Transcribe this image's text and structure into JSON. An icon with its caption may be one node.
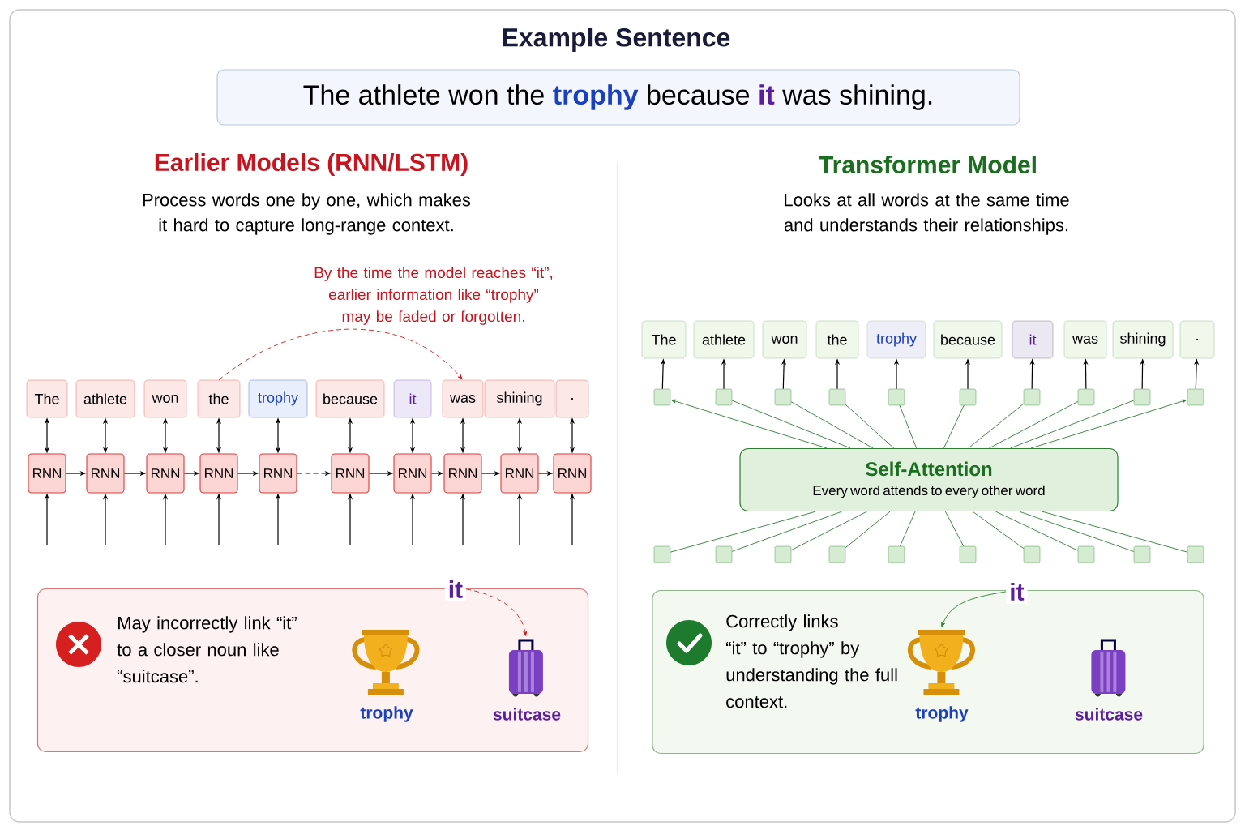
{
  "diagram": {
    "title": "Example Sentence",
    "nodes": [
      {
        "text": [
          "The athlete won the **trophy** because **it** was shining."
        ]
      },
      {
        "text": [
          "The"
        ]
      },
      {
        "text": [
          "athlete"
        ]
      },
      {
        "text": [
          "won"
        ]
      },
      {
        "text": [
          "the"
        ]
      },
      {
        "text": [
          "trophy"
        ]
      },
      {
        "text": [
          "because"
        ]
      },
      {
        "text": [
          "it"
        ]
      },
      {
        "text": [
          "was"
        ]
      },
      {
        "text": [
          "shining"
        ]
      },
      {
        "text": [
          "."
        ]
      },
      {
        "text": [
          "RNN"
        ]
      },
      {
        "text": [
          "RNN"
        ]
      },
      {
        "text": [
          "RNN"
        ]
      },
      {
        "text": [
          "RNN"
        ]
      },
      {
        "text": [
          "RNN"
        ]
      },
      {
        "text": [
          "RNN"
        ]
      },
      {
        "text": [
          "RNN"
        ]
      },
      {
        "text": [
          "RNN"
        ]
      },
      {
        "text": [
          "RNN"
        ]
      },
      {
        "text": [
          "RNN"
        ]
      },
      {
        "text": [
          "The"
        ]
      },
      {
        "text": [
          "athlete"
        ]
      },
      {
        "text": [
          "won"
        ]
      },
      {
        "text": [
          "the"
        ]
      },
      {
        "text": [
          "trophy"
        ]
      },
      {
        "text": [
          "because"
        ]
      },
      {
        "text": [
          "it"
        ]
      },
      {
        "text": [
          "was"
        ]
      },
      {
        "text": [
          "shining"
        ]
      },
      {
        "text": [
          "."
        ]
      },
      {
        "text": [],
        "shape": "box"
      },
      {
        "text": [],
        "shape": "box"
      },
      {
        "text": [],
        "shape": "box"
      },
      {
        "text": [],
        "shape": "box"
      },
      {
        "text": [],
        "shape": "box"
      },
      {
        "text": [],
        "shape": "box"
      },
      {
        "text": [],
        "shape": "box"
      },
      {
        "text": [],
        "shape": "box"
      },
      {
        "text": [],
        "shape": "box"
      },
      {
        "text": [],
        "shape": "box"
      },
      {
        "text": [
          "Self-Attention",
          "Every word attends to every other word"
        ]
      },
      {
        "text": [],
        "shape": "box"
      },
      {
        "text": [],
        "shape": "box"
      },
      {
        "text": [],
        "shape": "box"
      },
      {
        "text": [],
        "shape": "box"
      },
      {
        "text": [],
        "shape": "box"
      },
      {
        "text": [],
        "shape": "box"
      },
      {
        "text": [],
        "shape": "box"
      },
      {
        "text": [],
        "shape": "box"
      },
      {
        "text": [],
        "shape": "box"
      },
      {
        "text": [],
        "shape": "box"
      },
      {
        "text": [
          "May incorrectly link “it” to a closer noun like “suitcase”."
        ]
      },
      {
        "text": [
          "it"
        ],
        "in": 52
      },
      {
        "text": [],
        "shape": "picture",
        "beside": [
          "trophy"
        ],
        "in": 52
      },
      {
        "text": [],
        "shape": "picture",
        "beside": [
          "suitcase"
        ],
        "in": 52
      },
      {
        "text": [
          "Correctly links “it” to “trophy” by understanding the full context."
        ]
      },
      {
        "text": [
          "it"
        ],
        "in": 56
      },
      {
        "text": [],
        "shape": "picture",
        "beside": [
          "trophy"
        ],
        "in": 56
      },
      {
        "text": [],
        "shape": "picture",
        "beside": [
          "suitcase"
        ],
        "in": 56
      }
    ],
    "edges": [
      {
        "from": 11,
        "to": 1,
        "arrow": "both"
      },
      {
        "from": 12,
        "to": 2,
        "arrow": "both"
      },
      {
        "from": 13,
        "to": 3,
        "arrow": "both"
      },
      {
        "from": 14,
        "to": 4,
        "arrow": "both"
      },
      {
        "from": 15,
        "to": 5,
        "arrow": "both"
      },
      {
        "from": 16,
        "to": 6,
        "arrow": "both"
      },
      {
        "from": 17,
        "to": 7,
        "arrow": "both"
      },
      {
        "from": 18,
        "to": 8,
        "arrow": "both"
      },
      {
        "from": 19,
        "to": 9,
        "arrow": "both"
      },
      {
        "from": 20,
        "to": 10,
        "arrow": "both"
      },
      {
        "from": 11,
        "to": 12,
        "arrow": "to"
      },
      {
        "from": 12,
        "to": 13,
        "arrow": "to"
      },
      {
        "from": 13,
        "to": 14,
        "arrow": "to"
      },
      {
        "from": 14,
        "to": 15,
        "arrow": "to"
      },
      {
        "from": 15,
        "to": 16,
        "arrow": "to",
        "style": "dashed"
      },
      {
        "from": 16,
        "to": 17,
        "arrow": "to"
      },
      {
        "from": 17,
        "to": 18,
        "arrow": "to"
      },
      {
        "from": 18,
        "to": 19,
        "arrow": "to"
      },
      {
        "from": 19,
        "to": 20,
        "arrow": "to"
      },
      {
        "from": null,
        "to": 11,
        "arrow": "to"
      },
      {
        "from": null,
        "to": 12,
        "arrow": "to"
      },
      {
        "from": null,
        "to": 13,
        "arrow": "to"
      },
      {
        "from": null,
        "to": 14,
        "arrow": "to"
      },
      {
        "from": null,
        "to": 15,
        "arrow": "to"
      },
      {
        "from": null,
        "to": 16,
        "arrow": "to"
      },
      {
        "from": null,
        "to": 17,
        "arrow": "to"
      },
      {
        "from": null,
        "to": 18,
        "arrow": "to"
      },
      {
        "from": null,
        "to": 19,
        "arrow": "to"
      },
      {
        "from": null,
        "to": 20,
        "arrow": "to"
      },
      {
        "from": 4,
        "to": 8,
        "arrow": "to",
        "style": "dashed",
        "color": "#cc1f1f"
      },
      {
        "from": 31,
        "to": 21,
        "arrow": "to"
      },
      {
        "from": 32,
        "to": 22,
        "arrow": "to"
      },
      {
        "from": 33,
        "to": 23,
        "arrow": "to"
      },
      {
        "from": 34,
        "to": 24,
        "arrow": "to"
      },
      {
        "from": 35,
        "to": 25,
        "arrow": "to"
      },
      {
        "from": 36,
        "to": 26,
        "arrow": "to"
      },
      {
        "from": 37,
        "to": 27,
        "arrow": "to"
      },
      {
        "from": 38,
        "to": 28,
        "arrow": "to"
      },
      {
        "from": 39,
        "to": 29,
        "arrow": "to"
      },
      {
        "from": 40,
        "to": 30,
        "arrow": "to"
      },
      {
        "from": 41,
        "to": 31,
        "arrow": "to",
        "color": "#2e7d32"
      },
      {
        "from": 41,
        "to": 32,
        "arrow": "none",
        "color": "#2e7d32"
      },
      {
        "from": 41,
        "to": 33,
        "arrow": "none",
        "color": "#2e7d32"
      },
      {
        "from": 41,
        "to": 34,
        "arrow": "none",
        "color": "#2e7d32"
      },
      {
        "from": 41,
        "to": 35,
        "arrow": "none",
        "color": "#2e7d32"
      },
      {
        "from": 41,
        "to": 36,
        "arrow": "none",
        "color": "#2e7d32"
      },
      {
        "from": 41,
        "to": 37,
        "arrow": "none",
        "color": "#2e7d32"
      },
      {
        "from": 41,
        "to": 38,
        "arrow": "none",
        "color": "#2e7d32"
      },
      {
        "from": 41,
        "to": 39,
        "arrow": "none",
        "color": "#2e7d32"
      },
      {
        "from": 41,
        "to": 40,
        "arrow": "to",
        "color": "#2e7d32"
      },
      {
        "from": 42,
        "to": 41,
        "arrow": "none",
        "color": "#2e7d32"
      },
      {
        "from": 43,
        "to": 41,
        "arrow": "none",
        "color": "#2e7d32"
      },
      {
        "from": 44,
        "to": 41,
        "arrow": "none",
        "color": "#2e7d32"
      },
      {
        "from": 45,
        "to": 41,
        "arrow": "none",
        "color": "#2e7d32"
      },
      {
        "from": 46,
        "to": 41,
        "arrow": "none",
        "color": "#2e7d32"
      },
      {
        "from": 47,
        "to": 41,
        "arrow": "none",
        "color": "#2e7d32"
      },
      {
        "from": 48,
        "to": 41,
        "arrow": "none",
        "color": "#2e7d32"
      },
      {
        "from": 49,
        "to": 41,
        "arrow": "none",
        "color": "#2e7d32"
      },
      {
        "from": 50,
        "to": 41,
        "arrow": "none",
        "color": "#2e7d32"
      },
      {
        "from": 51,
        "to": 41,
        "arrow": "none",
        "color": "#2e7d32"
      },
      {
        "from": 53,
        "to": 55,
        "arrow": "to",
        "style": "dashed",
        "color": "#cc1f1f"
      },
      {
        "from": 57,
        "to": 58,
        "arrow": "to",
        "color": "#2e7d32"
      }
    ],
    "labels": [
      "Earlier Models (RNN/LSTM)",
      "Process words one by one, which makes it hard to capture long-range context.",
      "By the time the model reaches “it”, earlier information like “trophy” may be faded or forgotten.",
      "Transformer Model",
      "Looks at all words at the same time and understands their relationships."
    ]
  }
}
